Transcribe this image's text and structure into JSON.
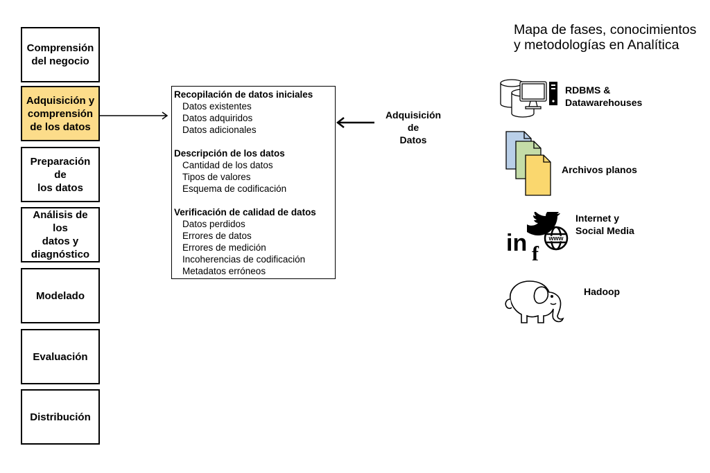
{
  "phases": [
    {
      "label": "Comprensión\ndel negocio",
      "active": false
    },
    {
      "label": "Adquisición y\ncomprensión\nde los datos",
      "active": true
    },
    {
      "label": "Preparación de\nlos datos",
      "active": false
    },
    {
      "label": "Análisis de los\ndatos y\ndiagnóstico",
      "active": false
    },
    {
      "label": "Modelado",
      "active": false
    },
    {
      "label": "Evaluación",
      "active": false
    },
    {
      "label": "Distribución",
      "active": false
    }
  ],
  "detail": {
    "sections": [
      {
        "title": "Recopilación de datos iniciales",
        "items": [
          "Datos existentes",
          "Datos adquiridos",
          "Datos adicionales"
        ]
      },
      {
        "title": "Descripción de los datos",
        "items": [
          "Cantidad de los datos",
          "Tipos de valores",
          "Esquema de codificación"
        ]
      },
      {
        "title": "Verificación de calidad de datos",
        "items": [
          "Datos perdidos",
          "Errores de datos",
          "Errores de medición",
          "Incoherencias de codificación",
          "Metadatos erróneos"
        ]
      }
    ]
  },
  "acquisition": {
    "label": "Adquisición de\nDatos"
  },
  "map": {
    "title": "Mapa de fases, conocimientos\ny metodologías en Analítica"
  },
  "sources": [
    {
      "label": "RDBMS &\nDatawarehouses",
      "icon": "database-computer-icon"
    },
    {
      "label": "Archivos planos",
      "icon": "flat-files-icon"
    },
    {
      "label": "Internet y\nSocial Media",
      "icon": "social-media-icon"
    },
    {
      "label": "Hadoop",
      "icon": "hadoop-elephant-icon"
    }
  ],
  "colors": {
    "active_phase": "#fcdc8a",
    "file_blue": "#b9cfe8",
    "file_green": "#c4dca8",
    "file_yellow": "#fad76e"
  }
}
